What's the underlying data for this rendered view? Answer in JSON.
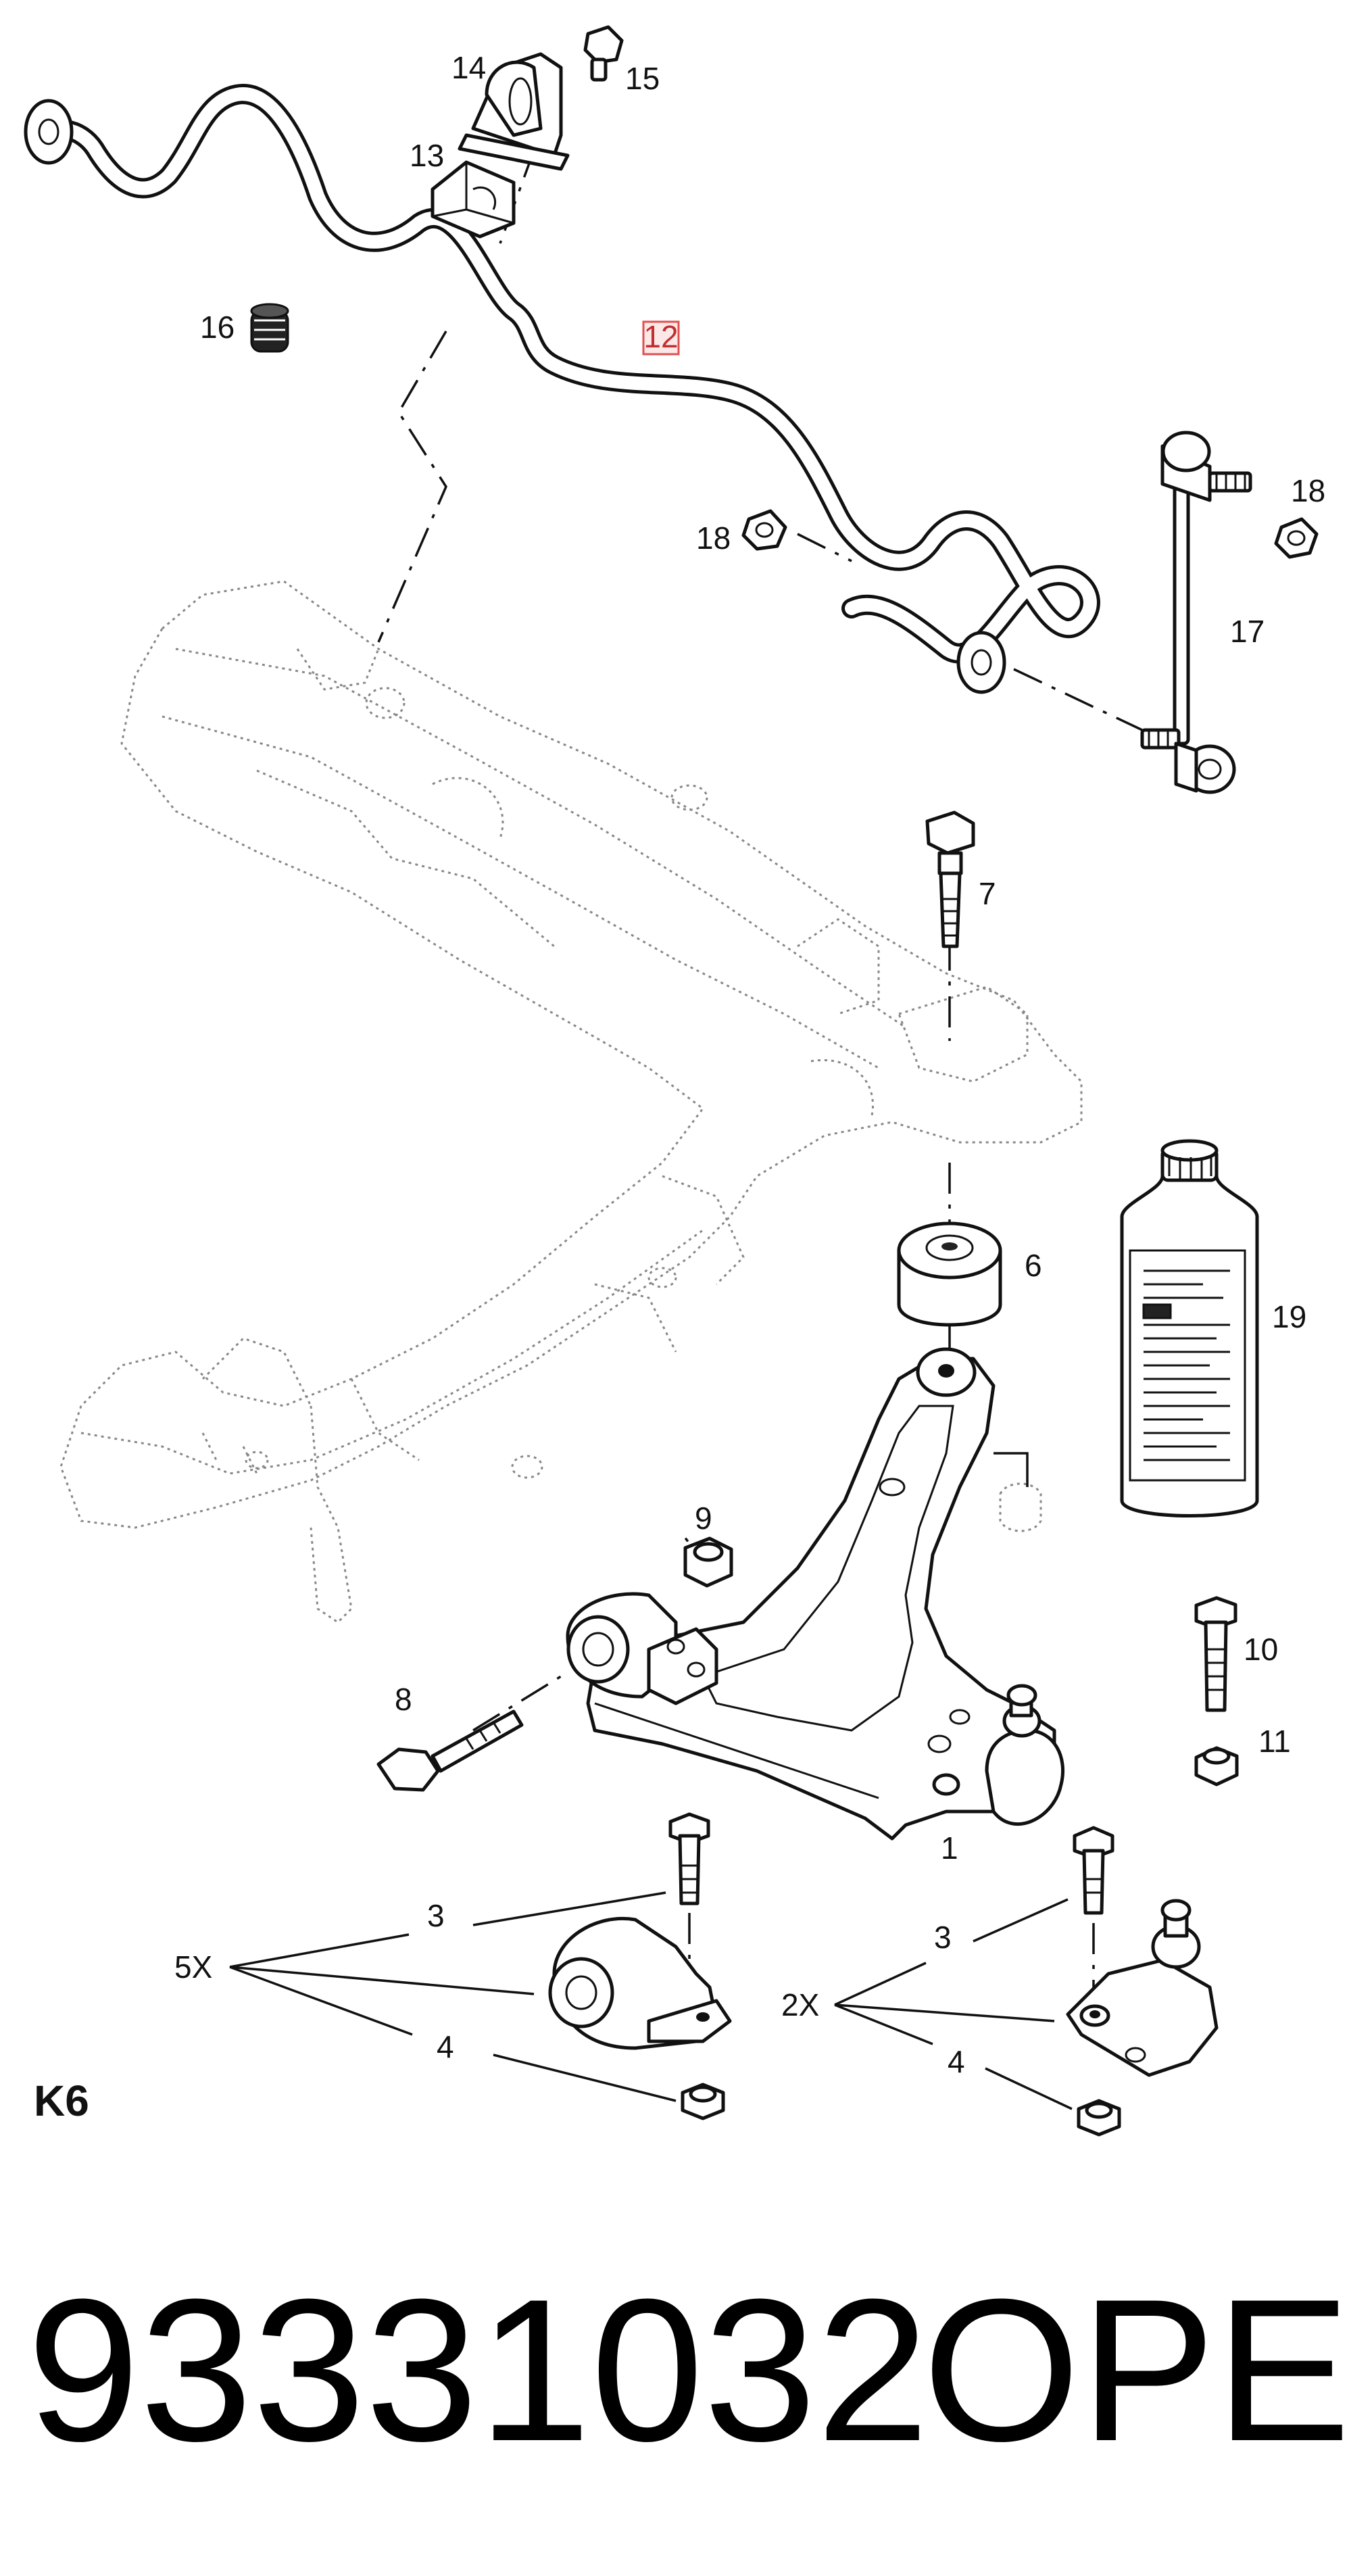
{
  "section_code": "K6",
  "part_number": "93331032",
  "brand": "OPEL",
  "highlighted_callout": "12",
  "callouts": {
    "c1": "1",
    "c3a": "3",
    "c3b": "3",
    "c4a": "4",
    "c4b": "4",
    "c5x": "5X",
    "c2x": "2X",
    "c6": "6",
    "c7": "7",
    "c8": "8",
    "c9": "9",
    "c10": "10",
    "c11": "11",
    "c12": "12",
    "c13": "13",
    "c14": "14",
    "c15": "15",
    "c16": "16",
    "c17": "17",
    "c18a": "18",
    "c18b": "18",
    "c19": "19"
  },
  "colors": {
    "line": "#111111",
    "ghost": "#888888",
    "highlight": "#e05050"
  }
}
